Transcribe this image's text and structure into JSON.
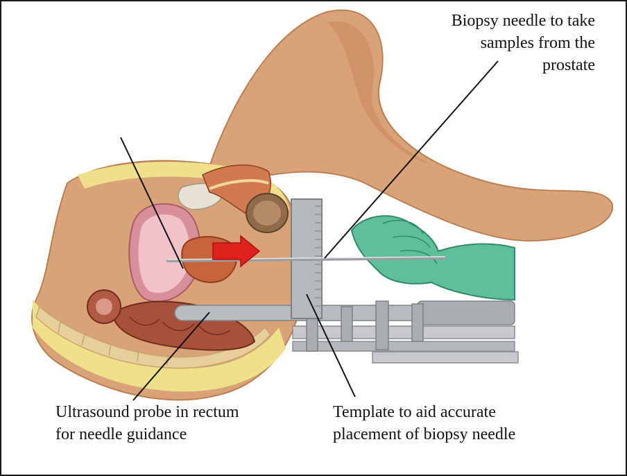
{
  "labels": {
    "biopsy_needle": "Biopsy needle to take\nsamples from the\nprostate",
    "ultrasound_probe": "Ultrasound probe in rectum\nfor needle guidance",
    "template": "Template to aid accurate\nplacement of biopsy needle"
  },
  "colors": {
    "skin": "#d9a377",
    "skin_shadow": "#b97f52",
    "fat": "#efe08a",
    "bladder": "#d98f9a",
    "prostate": "#c8643a",
    "bowel": "#a8503a",
    "glove": "#5fbf9a",
    "metal": "#a9acb1",
    "arrow": "#e0201c",
    "leader_line": "#111111"
  },
  "icons": {
    "arrow": "red-arrow-icon"
  }
}
